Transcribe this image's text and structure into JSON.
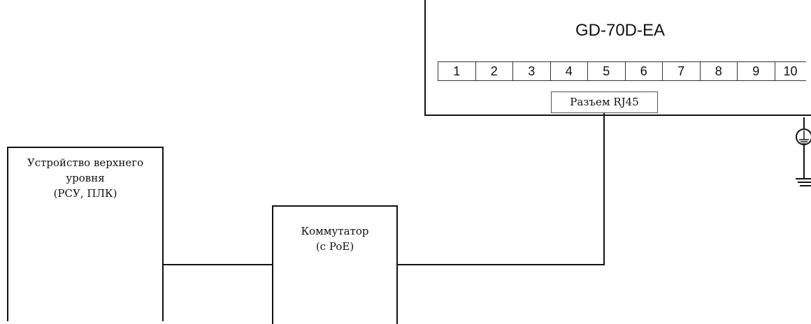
{
  "device": {
    "title": "GD-70D-EA",
    "terminals": [
      "1",
      "2",
      "3",
      "4",
      "5",
      "6",
      "7",
      "8",
      "9",
      "10"
    ],
    "connector_label": "Разъем RJ45"
  },
  "upper_device": {
    "lines": [
      "Устройство верхнего",
      "уровня",
      "(РСУ, ПЛК)"
    ]
  },
  "switch": {
    "lines": [
      "Коммутатор",
      "(с PoE)"
    ]
  },
  "icons": {
    "ground": "ground-icon"
  }
}
